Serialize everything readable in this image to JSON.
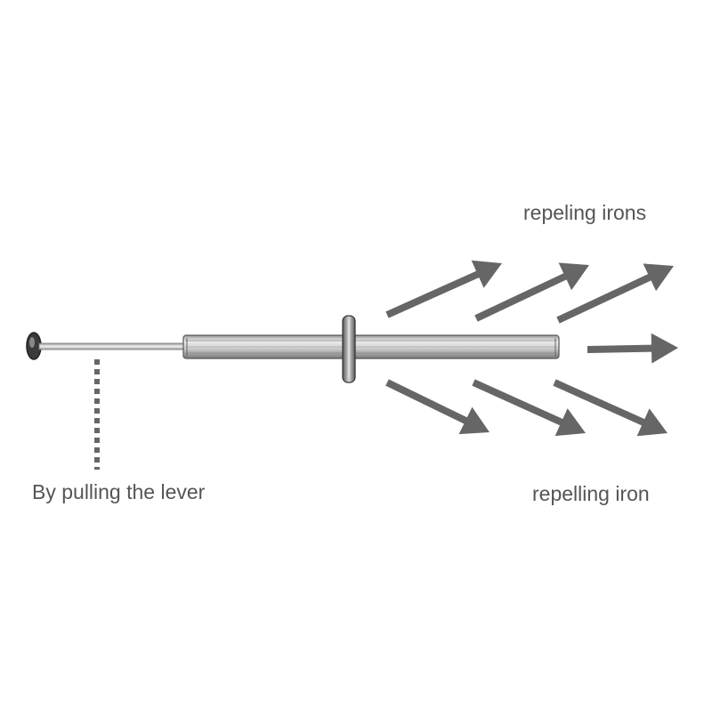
{
  "labels": {
    "top": "repeling irons",
    "bottom": "repelling iron",
    "lever": "By pulling the lever"
  },
  "colors": {
    "arrow": "#666666",
    "label": "#555555",
    "tool_body": "#c8c8c8",
    "tool_outline": "#555555",
    "knob": "#3a3a3a",
    "dotted_line": "#666666",
    "background": "#ffffff"
  },
  "diagram": {
    "tool": "lever-pulled plunger with ribbed cylindrical barrel and collar flange",
    "arrows": {
      "count": 7,
      "direction": "radiating to the right, away from the barrel tip",
      "groups": [
        "upper-3",
        "middle-1",
        "lower-3"
      ]
    }
  }
}
